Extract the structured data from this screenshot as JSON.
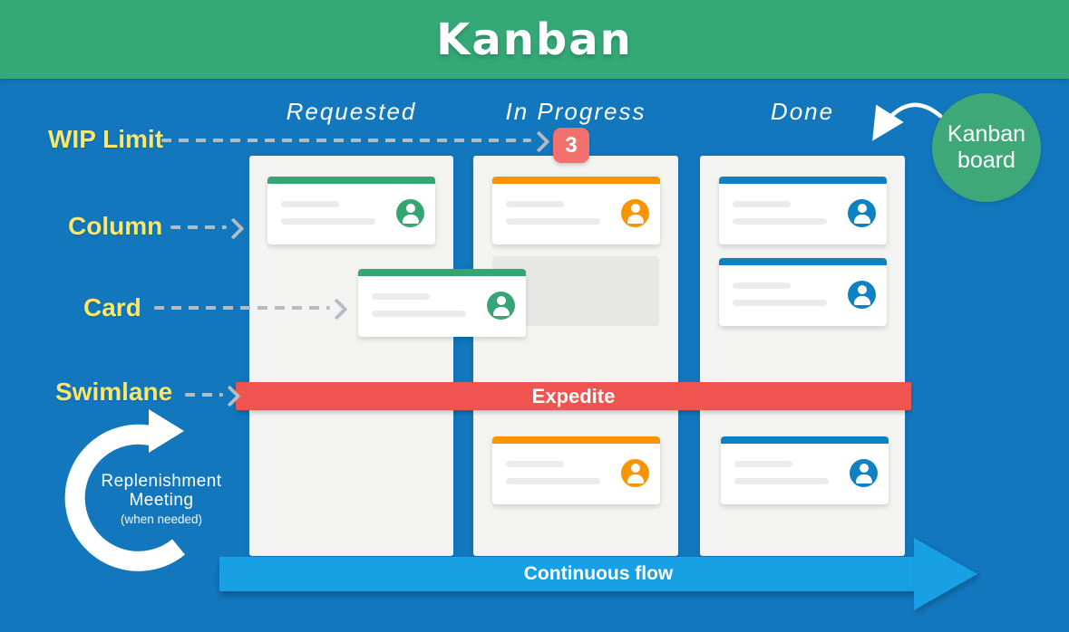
{
  "title": "Kanban",
  "board": {
    "columns": [
      {
        "name": "Requested",
        "accent": "green"
      },
      {
        "name": "In Progress",
        "accent": "orange"
      },
      {
        "name": "Done",
        "accent": "blue"
      }
    ],
    "wip_limit": {
      "column": "In Progress",
      "value": "3"
    },
    "swimlane": {
      "label": "Expedite"
    },
    "cards": [
      {
        "column": 0,
        "slot": "row1",
        "accent": "green"
      },
      {
        "column": 0,
        "slot": "example",
        "accent": "green"
      },
      {
        "column": 1,
        "slot": "row1",
        "accent": "orange"
      },
      {
        "column": 1,
        "slot": "placeholder",
        "accent": "none"
      },
      {
        "column": 1,
        "slot": "below",
        "accent": "orange"
      },
      {
        "column": 2,
        "slot": "row1",
        "accent": "blue"
      },
      {
        "column": 2,
        "slot": "row2",
        "accent": "blue"
      },
      {
        "column": 2,
        "slot": "below",
        "accent": "blue"
      }
    ]
  },
  "annotations": {
    "wip_limit": "WIP Limit",
    "column": "Column",
    "card": "Card",
    "swimlane": "Swimlane",
    "board_callout_line1": "Kanban",
    "board_callout_line2": "board",
    "replenishment_line1": "Replenishment",
    "replenishment_line2": "Meeting",
    "replenishment_note": "(when needed)",
    "flow": "Continuous flow"
  },
  "icons": {
    "card_avatar": "user",
    "arrows": [
      "dashed-pointer",
      "curved-callout-arrow",
      "circular-replenishment-arrow",
      "continuous-flow-arrow"
    ]
  },
  "colors": {
    "banner_green": "#35A877",
    "callout_green": "#3EA878",
    "background_blue": "#1277BD",
    "column_bg": "#F3F4F2",
    "card_green": "#35A673",
    "card_orange": "#F89400",
    "card_blue": "#0E81C2",
    "swimlane_red": "#F05450",
    "wip_badge_red": "#F2716C",
    "label_yellow": "#F8E76C",
    "flow_blue": "#18A0E4",
    "arrow_gray": "#B3BCC2"
  }
}
